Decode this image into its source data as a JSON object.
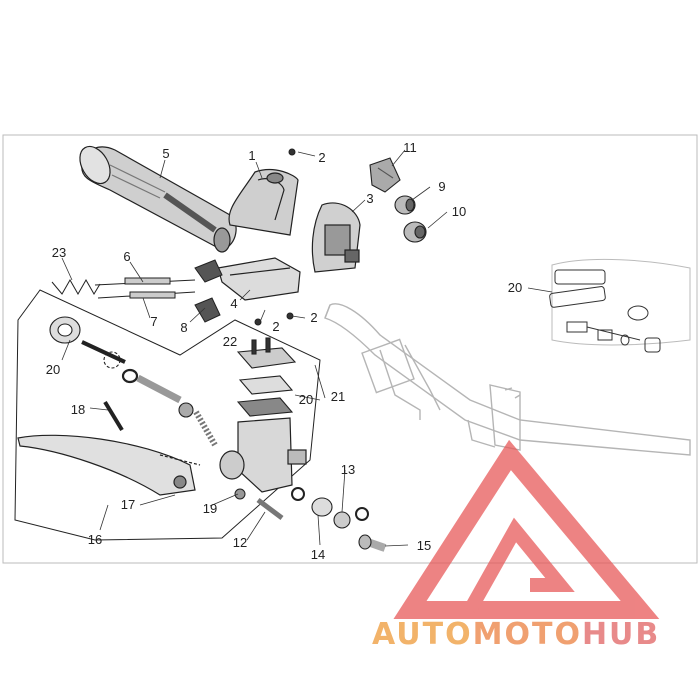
{
  "diagram": {
    "callouts": [
      "1",
      "2",
      "3",
      "4",
      "5",
      "6",
      "7",
      "8",
      "9",
      "10",
      "11",
      "12",
      "13",
      "14",
      "15",
      "16",
      "17",
      "18",
      "19",
      "20",
      "21",
      "22",
      "23"
    ],
    "repeat_callouts": {
      "two_a": "2",
      "two_b": "2",
      "twenty_a": "20",
      "twenty_b": "20"
    }
  },
  "watermark": {
    "part1": "AUTO",
    "part2": "MOTO",
    "part3": "HUB",
    "colors": {
      "auto": "#f2b36a",
      "moto": "#f0a070",
      "hub": "#e88a8a",
      "triangle": "#e85a5a"
    }
  }
}
